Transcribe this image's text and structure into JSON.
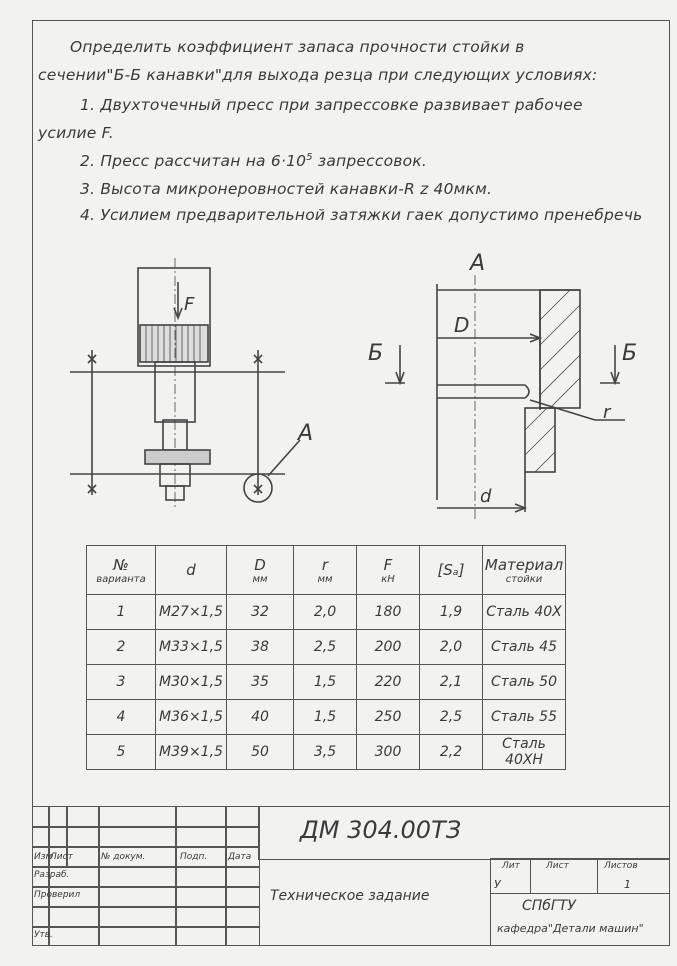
{
  "task": {
    "line1": "Определить коэффициент запаса прочности стойки  в",
    "line2": "сечении\"Б-Б канавки\"для  выхода резца при следующих условиях:",
    "line3": "1. Двухточечный пресс при запрессовке развивает рабочее",
    "line4": "усилие  F.",
    "line5": "2. Пресс рассчитан на 6·10",
    "line5_sup": "5",
    "line5_end": " запрессовок.",
    "line6": "3. Высота микронеровностей канавки-R z 40мкм.",
    "line7": "4. Усилием предварительной затяжки гаек допустимо пренебречь"
  },
  "drawing": {
    "force_label": "F",
    "detail_label": "A",
    "section_label_left": "Б",
    "section_label_right": "Б",
    "dim_D": "D",
    "dim_d": "d",
    "dim_r": "r"
  },
  "table": {
    "headers": [
      {
        "main": "№",
        "sub": "варианта"
      },
      {
        "main": "d",
        "sub": ""
      },
      {
        "main": "D",
        "sub": "мм"
      },
      {
        "main": "r",
        "sub": "мм"
      },
      {
        "main": "F",
        "sub": "кН"
      },
      {
        "main": "[Sₐ]",
        "sub": ""
      },
      {
        "main": "Материал",
        "sub": "стойки"
      }
    ],
    "rows": [
      [
        "1",
        "M27×1,5",
        "32",
        "2,0",
        "180",
        "1,9",
        "Сталь 40Х"
      ],
      [
        "2",
        "M33×1,5",
        "38",
        "2,5",
        "200",
        "2,0",
        "Сталь 45"
      ],
      [
        "3",
        "M30×1,5",
        "35",
        "1,5",
        "220",
        "2,1",
        "Сталь 50"
      ],
      [
        "4",
        "M36×1,5",
        "40",
        "1,5",
        "250",
        "2,5",
        "Сталь 55"
      ],
      [
        "5",
        "M39×1,5",
        "50",
        "3,5",
        "300",
        "2,2",
        "Сталь 40ХН"
      ]
    ]
  },
  "title_block": {
    "code": "ДМ 304.00ТЗ",
    "doc_title": "Техническое задание",
    "izm": "Изм",
    "list": "Лист",
    "ndokum": "№ докум.",
    "podp": "Подп.",
    "data": "Дата",
    "razrab": "Разраб.",
    "proveril": "Проверил",
    "utv": "Утв.",
    "lit": "Лит",
    "list2": "Лист",
    "listov": "Листов",
    "lit_value": "У",
    "listov_value": "1",
    "org1": "СПбГТУ",
    "org2": "кафедра\"Детали машин\""
  }
}
